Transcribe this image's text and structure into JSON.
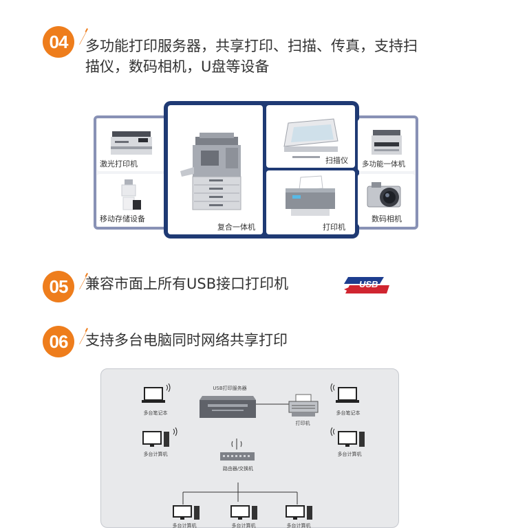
{
  "section04": {
    "number": "04",
    "line1": "多功能打印服务器，共享打印、扫描、传真，支持扫",
    "line2": "描仪，数码相机，U盘等设备",
    "devices": {
      "laser_printer": "激光打印机",
      "mobile_storage": "移动存储设备",
      "mfp_copier": "复合一体机",
      "scanner": "扫描仪",
      "printer": "打印机",
      "multifunction": "多功能一体机",
      "camera": "数码相机"
    }
  },
  "section05": {
    "number": "05",
    "text": "兼容市面上所有USB接口打印机",
    "usb_logo": "USB"
  },
  "section06": {
    "number": "06",
    "text": "支持多台电脑同时网络共享打印",
    "network": {
      "server": "USB打印服务器",
      "printer": "打印机",
      "router": "路由器/交换机",
      "laptop_left": "多台笔记本",
      "laptop_right": "多台笔记本",
      "pc_left": "多台计算机",
      "pc_right": "多台计算机",
      "pc_bottom_1": "多台计算机",
      "pc_bottom_2": "多台计算机",
      "pc_bottom_3": "多台计算机"
    }
  },
  "colors": {
    "accent_orange": "#ee7d1c",
    "frame_navy": "#1f3a74",
    "frame_lavender": "#8891b5",
    "usb_blue": "#1d3d8f",
    "usb_red": "#d02530"
  }
}
